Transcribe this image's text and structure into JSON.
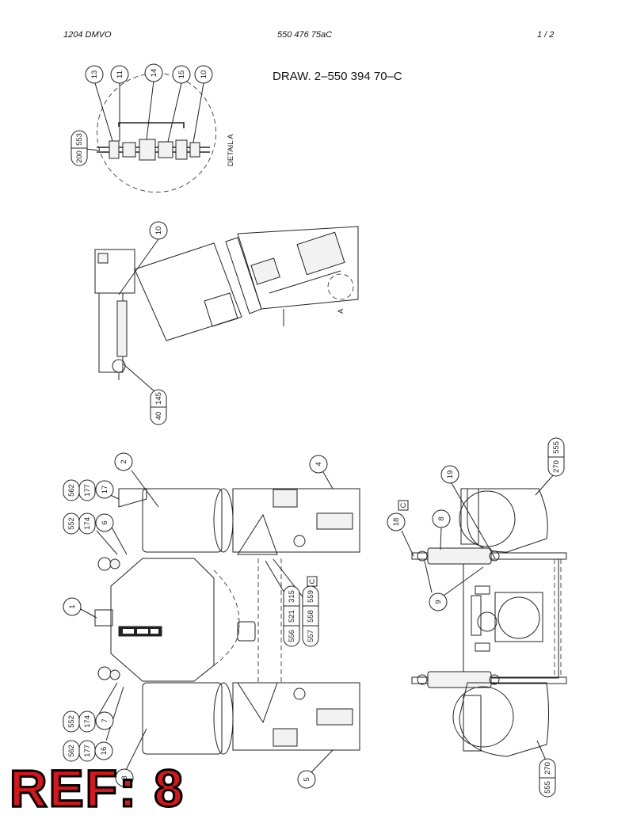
{
  "header": {
    "left": "1204 DMVO",
    "center": "550 476 75aC",
    "right": "1 /   2"
  },
  "title": "DRAW. 2–550 394 70–C",
  "ref_label": "REF: 8",
  "detail_label": "DETAIL A",
  "section_mark": "A",
  "callouts": {
    "c13": "13",
    "c11": "11",
    "c14": "14",
    "c15": "15",
    "c10a": "10",
    "c200": "200",
    "c553": "553",
    "c10b": "10",
    "c40": "40",
    "c145": "145",
    "c2": "2",
    "c4": "4",
    "c562a": "562",
    "c177a": "177",
    "c17": "17",
    "c552a": "552",
    "c174a": "174",
    "c6": "6",
    "c1": "1",
    "c556": "556",
    "c521": "521",
    "c315": "315",
    "c557": "557",
    "c558": "558",
    "c559": "559",
    "cC1": "C",
    "c552b": "552",
    "c174b": "174",
    "c7": "7",
    "c562b": "562",
    "c177b": "177",
    "c16": "16",
    "c3": "3",
    "c5": "5",
    "c19": "19",
    "c18": "18",
    "cC2": "C",
    "c8": "8",
    "c9": "9",
    "c270a": "270",
    "c555a": "555",
    "c555b": "555",
    "c270b": "270"
  }
}
